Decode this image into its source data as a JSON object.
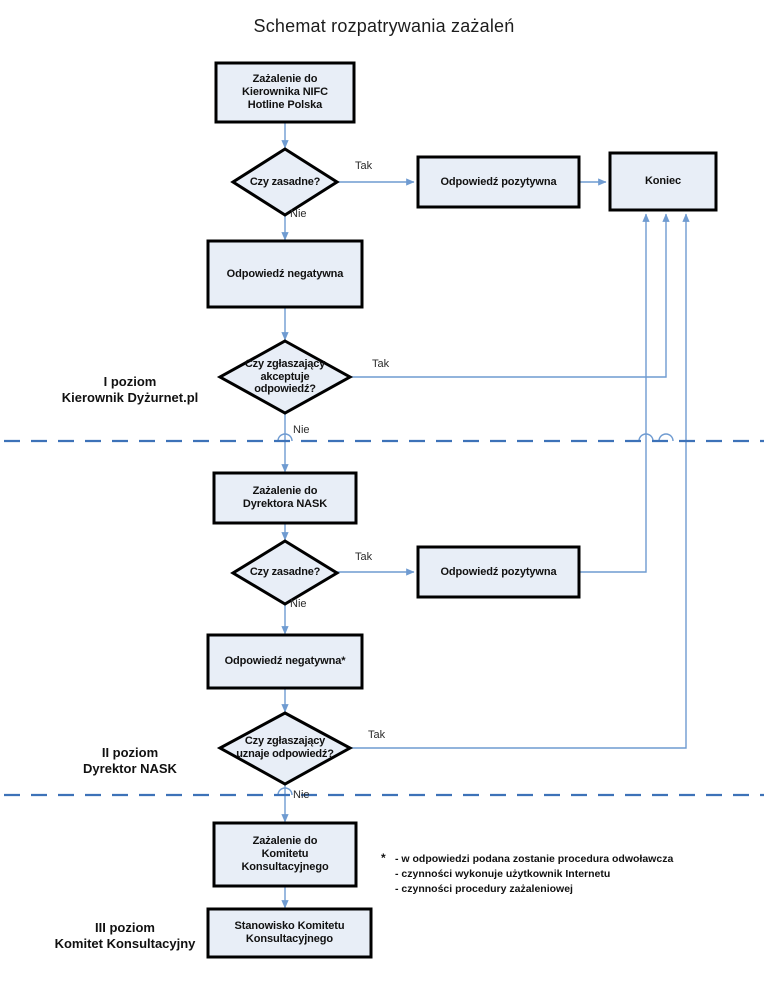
{
  "title": "Schemat rozpatrywania zażaleń",
  "colors": {
    "box_fill": "#e8eef7",
    "box_stroke": "#000000",
    "connector": "#6f9bd1",
    "divider": "#3d72b8",
    "text": "#111111",
    "background": "#ffffff"
  },
  "nodes": {
    "start_complaint": "Zażalenie do\nKierownika NIFC\nHotline Polska",
    "decision_justified_1": "Czy zasadne?",
    "positive_answer_1": "Odpowiedź pozytywna",
    "end": "Koniec",
    "negative_answer_1": "Odpowiedź negatywna",
    "decision_accepts": "Czy zgłaszający\nakceptuje\nodpowiedź?",
    "complaint_director": "Zażalenie do\nDyrektora NASK",
    "decision_justified_2": "Czy zasadne?",
    "positive_answer_2": "Odpowiedź pozytywna",
    "negative_answer_2": "Odpowiedź negatywna*",
    "decision_recognizes": "Czy zgłaszający\nuznaje odpowiedź?",
    "complaint_committee": "Zażalenie do\nKomitetu\nKonsultacyjnego",
    "committee_position": "Stanowisko Komitetu\nKonsultacyjnego"
  },
  "edge_labels": {
    "yes_1": "Tak",
    "no_1": "Nie",
    "yes_accepts": "Tak",
    "no_accepts": "Nie",
    "yes_2": "Tak",
    "no_2": "Nie",
    "yes_recognizes": "Tak",
    "no_recognizes": "Nie"
  },
  "levels": [
    {
      "id": "level-1",
      "text": "I poziom\nKierownik Dyżurnet.pl"
    },
    {
      "id": "level-2",
      "text": "II poziom\nDyrektor NASK"
    },
    {
      "id": "level-3",
      "text": "III poziom\nKomitet Konsultacyjny"
    }
  ],
  "footnote": {
    "marker": "*",
    "lines": "- w odpowiedzi podana zostanie procedura odwoławcza\n- czynności wykonuje użytkownik Internetu\n- czynności procedury zażaleniowej"
  }
}
